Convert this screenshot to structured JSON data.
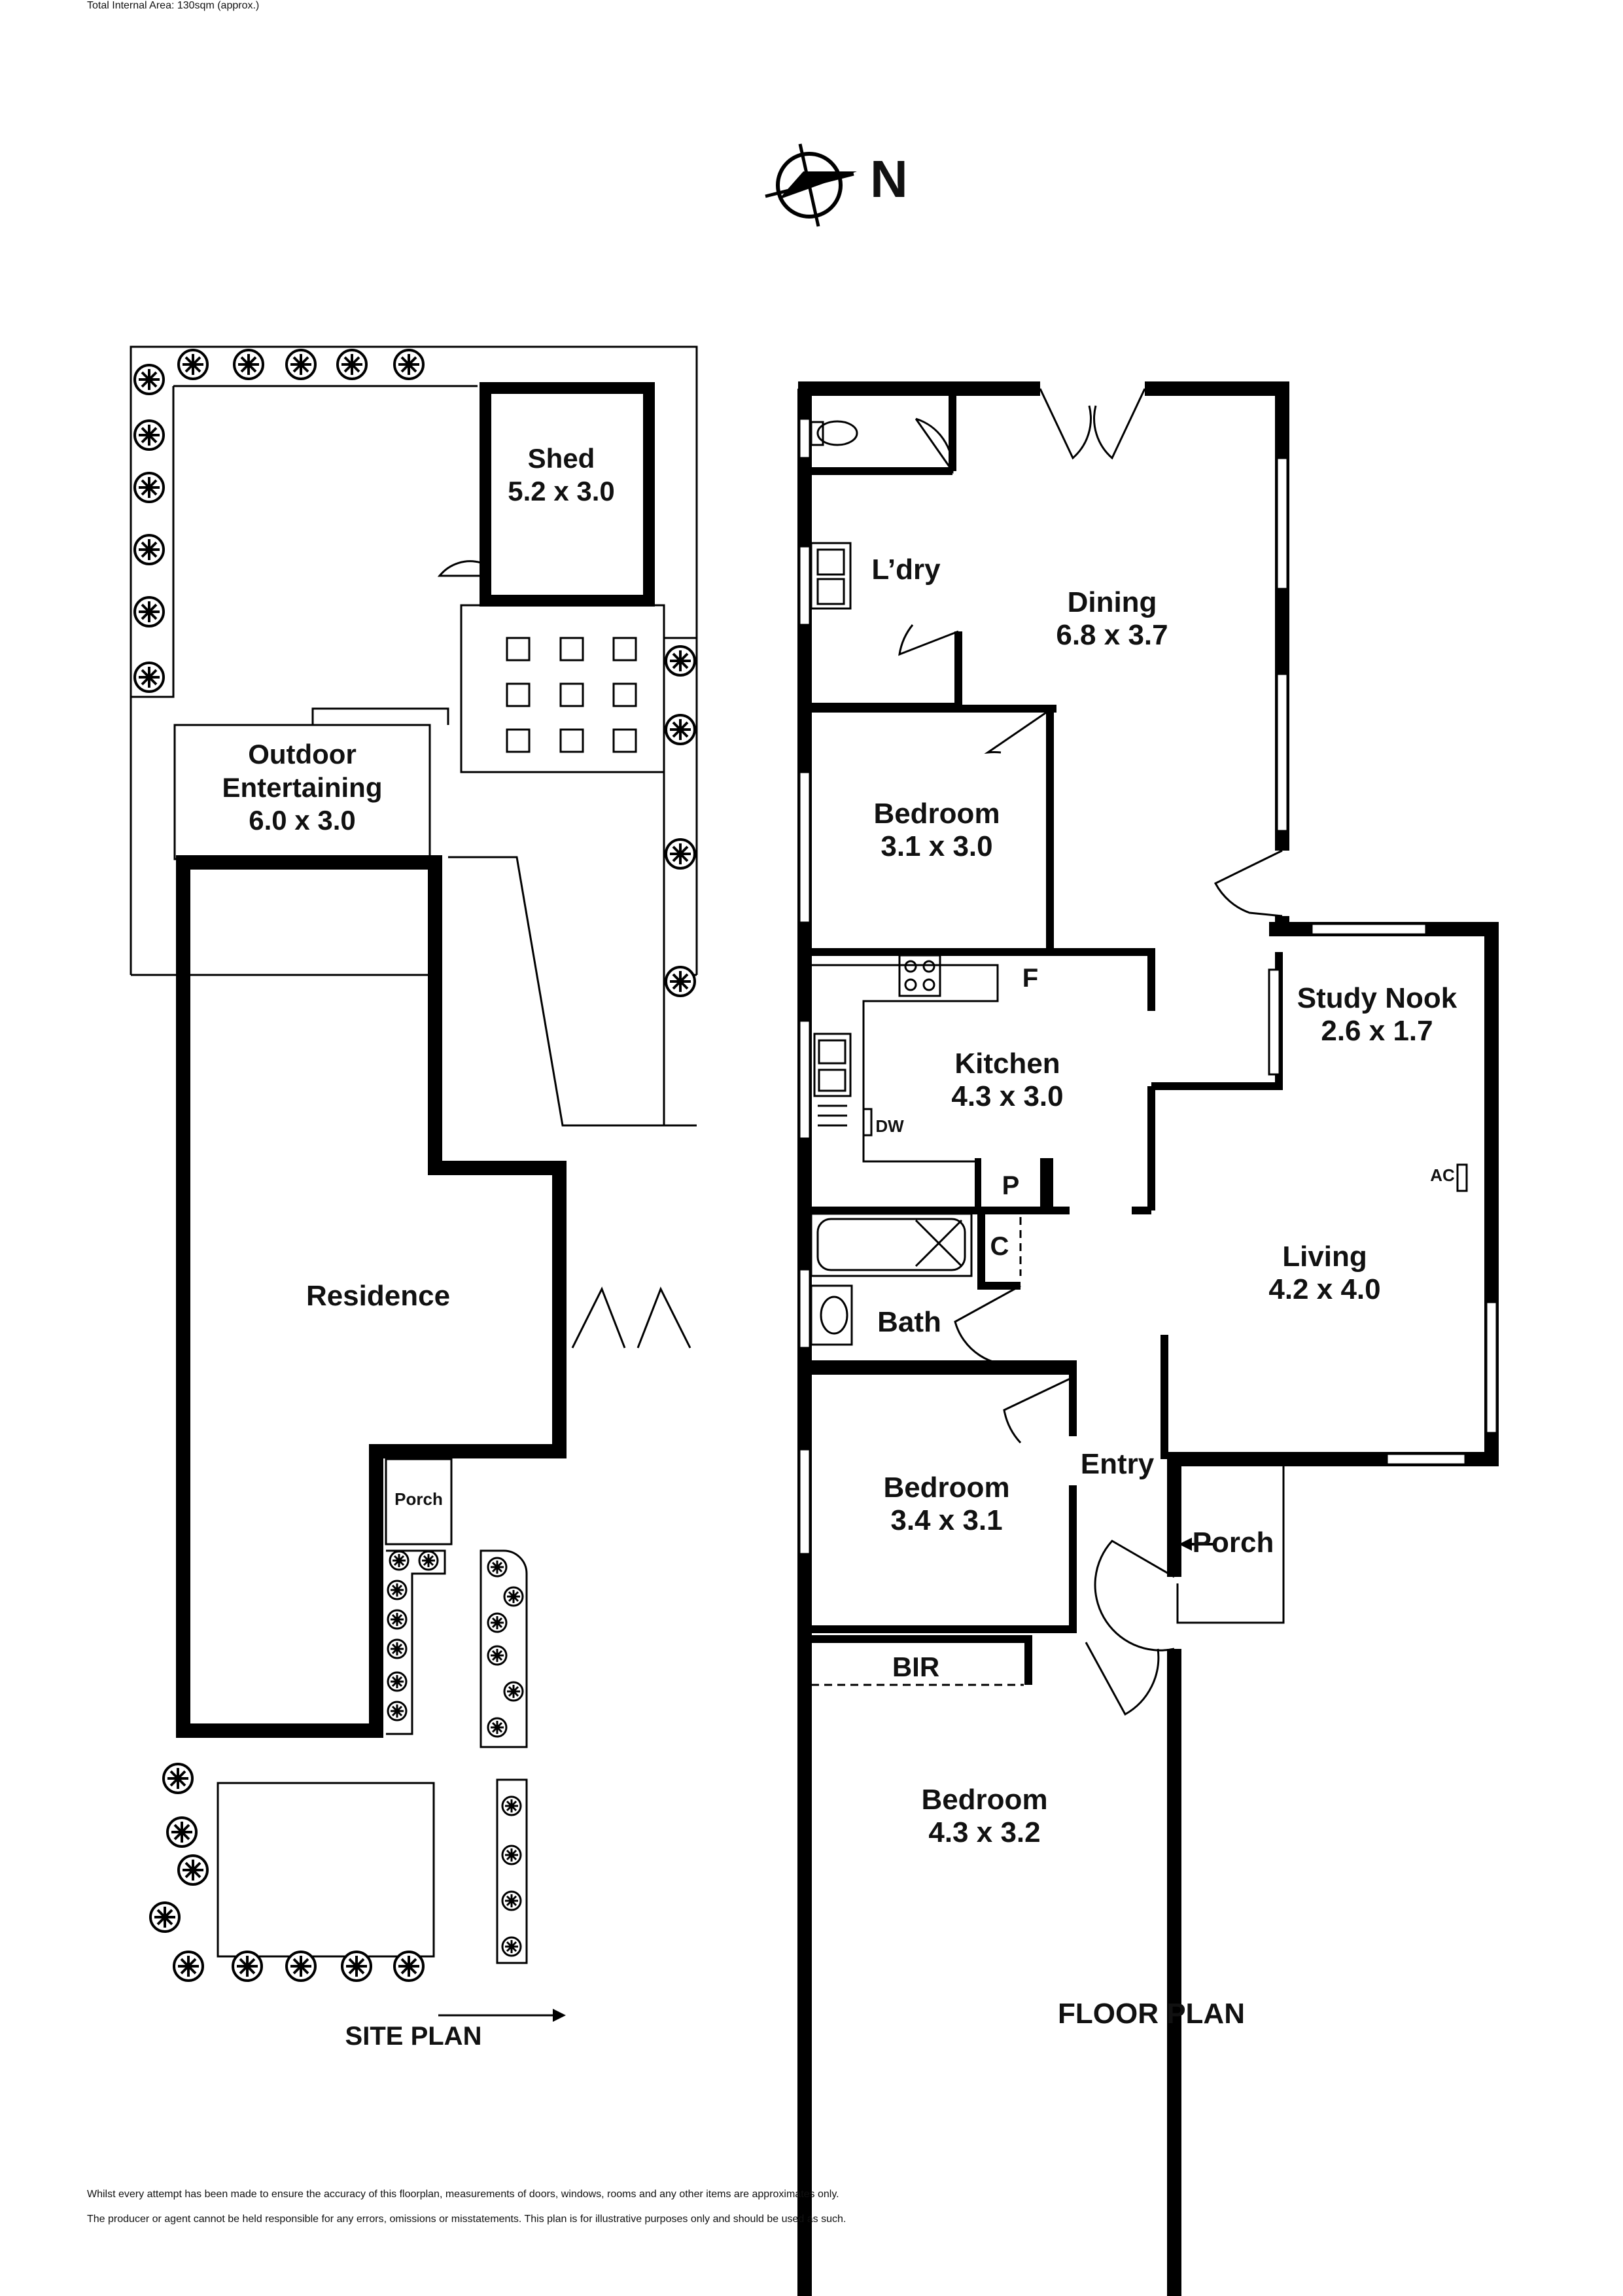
{
  "compass": {
    "label": "N",
    "icon": "compass-north-icon"
  },
  "site_plan": {
    "title": "SITE PLAN",
    "shed": {
      "name": "Shed",
      "dims": "5.2 x 3.0"
    },
    "outdoor": {
      "name1": "Outdoor",
      "name2": "Entertaining",
      "dims": "6.0 x 3.0"
    },
    "residence": "Residence",
    "porch": "Porch"
  },
  "floor_plan": {
    "title": "FLOOR PLAN",
    "rooms": {
      "laundry": "L’dry",
      "dining": {
        "name": "Dining",
        "dims": "6.8 x 3.7"
      },
      "bedroom1": {
        "name": "Bedroom",
        "dims": "3.1 x 3.0"
      },
      "kitchen": {
        "name": "Kitchen",
        "dims": "4.3 x 3.0"
      },
      "study": {
        "name": "Study Nook",
        "dims": "2.6 x 1.7"
      },
      "living": {
        "name": "Living",
        "dims": "4.2 x 4.0"
      },
      "bath": "Bath",
      "bedroom2": {
        "name": "Bedroom",
        "dims": "3.4 x 3.1"
      },
      "bedroom3": {
        "name": "Bedroom",
        "dims": "4.3 x 3.2"
      },
      "entry": "Entry",
      "porch": "Porch",
      "bir": "BIR",
      "fridge": "F",
      "pantry": "P",
      "cupboard": "C",
      "dishwasher": "DW",
      "ac": "AC"
    }
  },
  "footer": {
    "total_area": "Total Internal Area: 130sqm (approx.)",
    "disclaimer_line1": "Whilst every attempt has been made to ensure the accuracy of this floorplan, measurements of doors, windows, rooms and any other items are approximates only.",
    "disclaimer_line2": "The producer or agent cannot be held responsible for any errors, omissions or misstatements. This plan is for illustrative purposes only and should be used as such."
  }
}
